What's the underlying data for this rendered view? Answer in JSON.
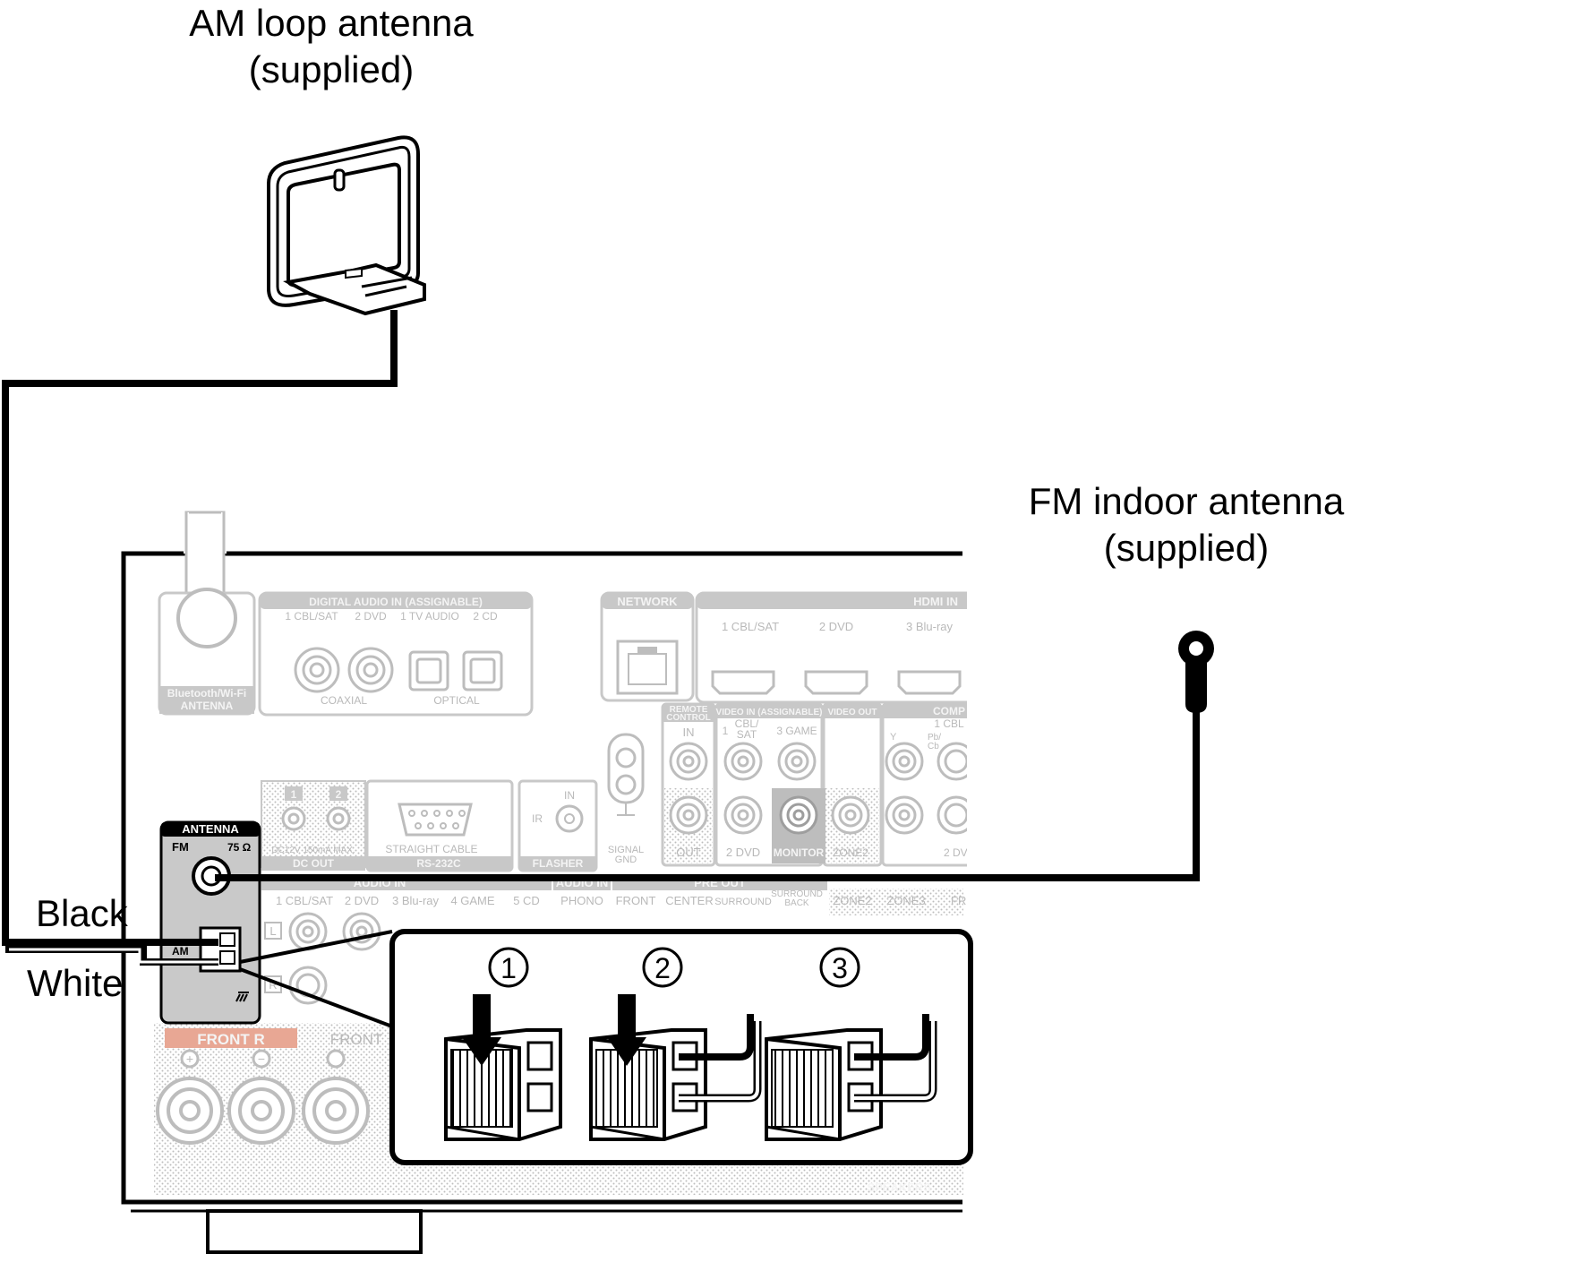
{
  "am_antenna": {
    "line1": "AM loop antenna",
    "line2": "(supplied)"
  },
  "fm_antenna": {
    "line1": "FM indoor antenna",
    "line2": "(supplied)"
  },
  "wire_labels": {
    "black": "Black",
    "white": "White"
  },
  "antenna_panel": {
    "title": "ANTENNA",
    "fm": "FM",
    "ohm": "75 Ω",
    "am": "AM"
  },
  "digital_audio": {
    "title": "DIGITAL AUDIO IN (ASSIGNABLE)",
    "inputs": [
      "1 CBL/SAT",
      "2 DVD",
      "1 TV AUDIO",
      "2 CD"
    ],
    "coaxial": "COAXIAL",
    "optical": "OPTICAL"
  },
  "bt_antenna": {
    "line1": "Bluetooth/Wi-Fi",
    "line2": "ANTENNA"
  },
  "network": {
    "title": "NETWORK"
  },
  "hdmi_in": {
    "title": "HDMI IN",
    "inputs": [
      "1 CBL/SAT",
      "2 DVD",
      "3 Blu-ray"
    ]
  },
  "remote_control": {
    "title1": "REMOTE",
    "title2": "CONTROL",
    "in": "IN",
    "out": "OUT"
  },
  "video_in": {
    "title": "VIDEO IN (ASSIGNABLE)",
    "cbl1": "1",
    "cbl": "CBL/",
    "sat": "SAT",
    "game": "3 GAME",
    "dvd": "2 DVD"
  },
  "video_out": {
    "title": "VIDEO OUT",
    "monitor": "MONITOR",
    "zone2": "ZONE2"
  },
  "component": {
    "title": "COMP",
    "cbl": "1 CBL",
    "y": "Y",
    "pb": "Pb/",
    "cb": "Cb",
    "dvd": "2 DV"
  },
  "dc_out": {
    "title": "DC OUT",
    "ports": [
      "1",
      "2"
    ],
    "spec": "DC12V 150mA MAX."
  },
  "rs232c": {
    "title": "RS-232C",
    "note": "STRAIGHT CABLE"
  },
  "flasher": {
    "title": "FLASHER",
    "in": "IN",
    "ir": "IR"
  },
  "signal_gnd": {
    "line1": "SIGNAL",
    "line2": "GND"
  },
  "audio_in": {
    "title": "AUDIO IN",
    "inputs": [
      "1 CBL/SAT",
      "2 DVD",
      "3 Blu-ray",
      "4 GAME",
      "5 CD"
    ],
    "l": "L",
    "r": "R"
  },
  "audio_in_phono": {
    "title": "AUDIO IN",
    "label": "PHONO"
  },
  "preout": {
    "title": "PRE OUT",
    "front": "FRONT",
    "center": "CENTER",
    "surround": "SURROUND",
    "sb1": "SURROUND",
    "sb2": "BACK"
  },
  "zones": {
    "zone2": "ZONE2",
    "zone3": "ZONE3",
    "fro": "FRO"
  },
  "speakers": {
    "front_r": "FRONT R",
    "front": "FRONT",
    "title": "SPEAKERS",
    "plus": "+",
    "minus": "−"
  },
  "steps": {
    "one": "1",
    "two": "2",
    "three": "3"
  }
}
